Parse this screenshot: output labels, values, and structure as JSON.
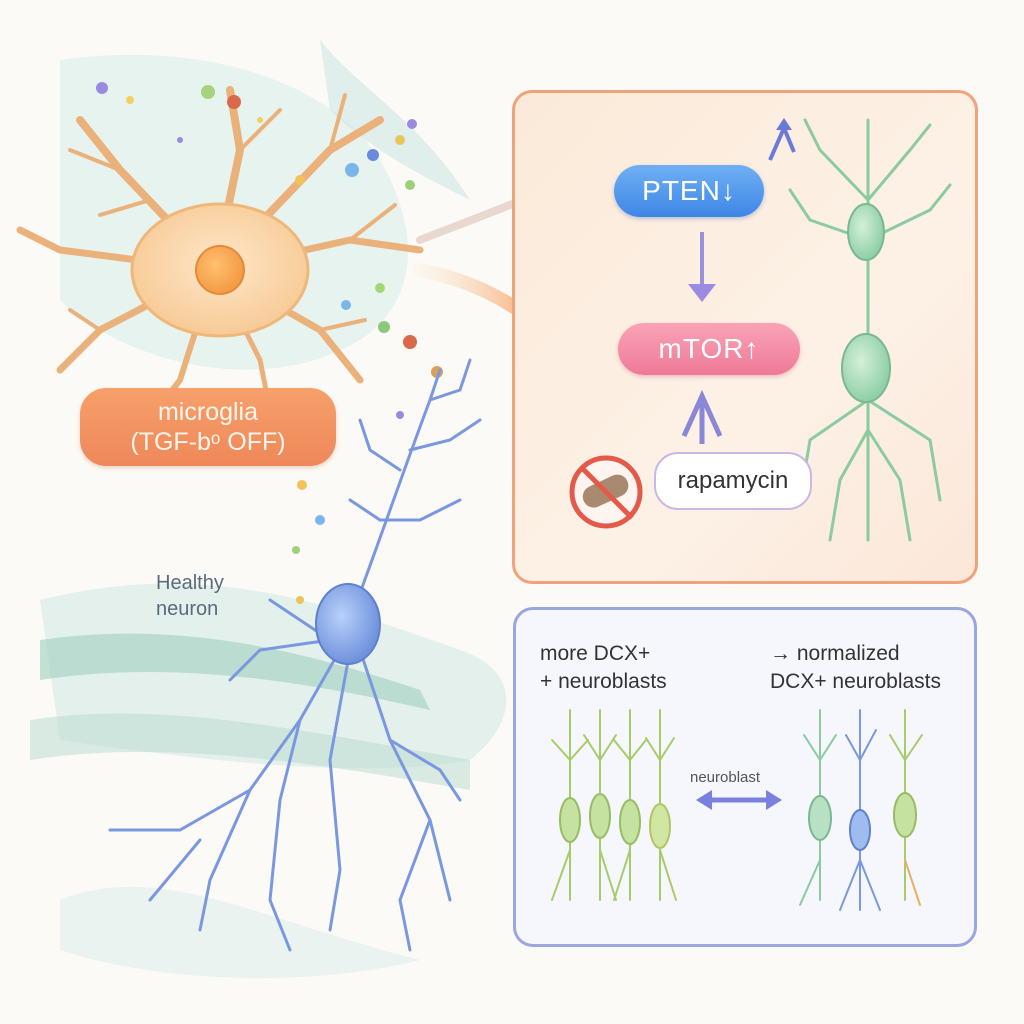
{
  "microglia": {
    "line1": "microglia",
    "line2": "(TGF-bᵒ OFF)"
  },
  "healthy_neuron": {
    "line1": "Healthy",
    "line2": "neuron"
  },
  "pathway": {
    "pten": "PTEN↓",
    "mtor": "mTOR↑",
    "rapamycin": "rapamycin"
  },
  "comparison": {
    "left_line1": "more DCX+",
    "left_line2": "+ neuroblasts",
    "right_line1": "→ normalized",
    "right_line2": "DCX+ neuroblasts",
    "middle": "neuroblast"
  },
  "colors": {
    "microglia": "#f6c48a",
    "healthy_neuron": "#7a98e0",
    "pten": "#4a8fe8",
    "mtor": "#f08aa2",
    "panel_top_border": "#f0a27a",
    "panel_bottom_border": "#9aa6e0"
  },
  "icons": [
    "no-pill-icon",
    "up-arrow-icon",
    "down-arrow-icon",
    "double-arrow-icon"
  ]
}
